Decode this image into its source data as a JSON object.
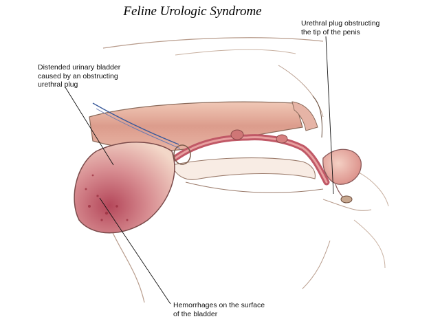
{
  "title": "Feline Urologic Syndrome",
  "labels": {
    "bladder": [
      "Distended urinary bladder",
      "caused by an obstructing",
      "urethral plug"
    ],
    "plug": [
      "Urethral plug obstructing",
      "the tip of the penis"
    ],
    "hemorrhage": [
      "Hemorrhages on the surface",
      "of the bladder"
    ]
  },
  "colors": {
    "outline": "#7a5a4a",
    "tissue": "#d9a090",
    "bladder_dark": "#b0505a",
    "urethra": "#c05060"
  }
}
